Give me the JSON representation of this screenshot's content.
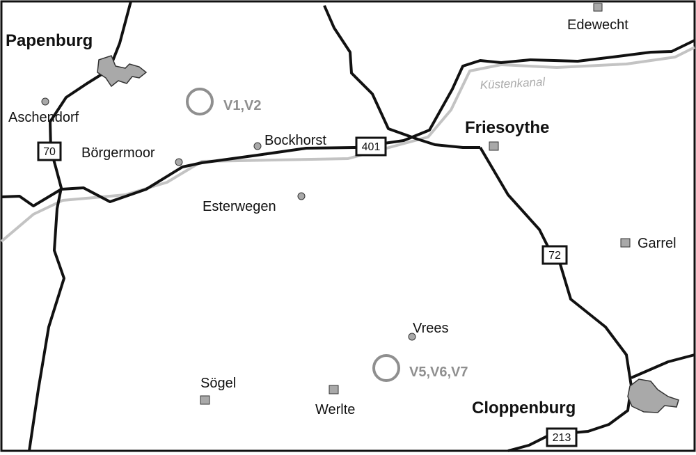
{
  "map": {
    "colors": {
      "background": "#ffffff",
      "road": "#111111",
      "canal": "#c3c3c3",
      "site_marker": "#8f8f8f",
      "urban_area": "#a9a9a9",
      "place_marker": "#a9a9a9"
    },
    "cities": {
      "papenburg": "Papenburg",
      "friesoythe": "Friesoythe",
      "cloppenburg": "Cloppenburg"
    },
    "towns": {
      "edewecht": "Edewecht",
      "aschendorf": "Aschendorf",
      "boergermoor": "Börgermoor",
      "bockhorst": "Bockhorst",
      "esterwegen": "Esterwegen",
      "garrel": "Garrel",
      "vrees": "Vrees",
      "soegel": "Sögel",
      "werlte": "Werlte"
    },
    "waterways": {
      "kuestenkanal": "Küstenkanal"
    },
    "roads": {
      "r70": "70",
      "r401": "401",
      "r72": "72",
      "r213": "213"
    },
    "sites": {
      "north": "V1,V2",
      "south": "V5,V6,V7"
    }
  }
}
